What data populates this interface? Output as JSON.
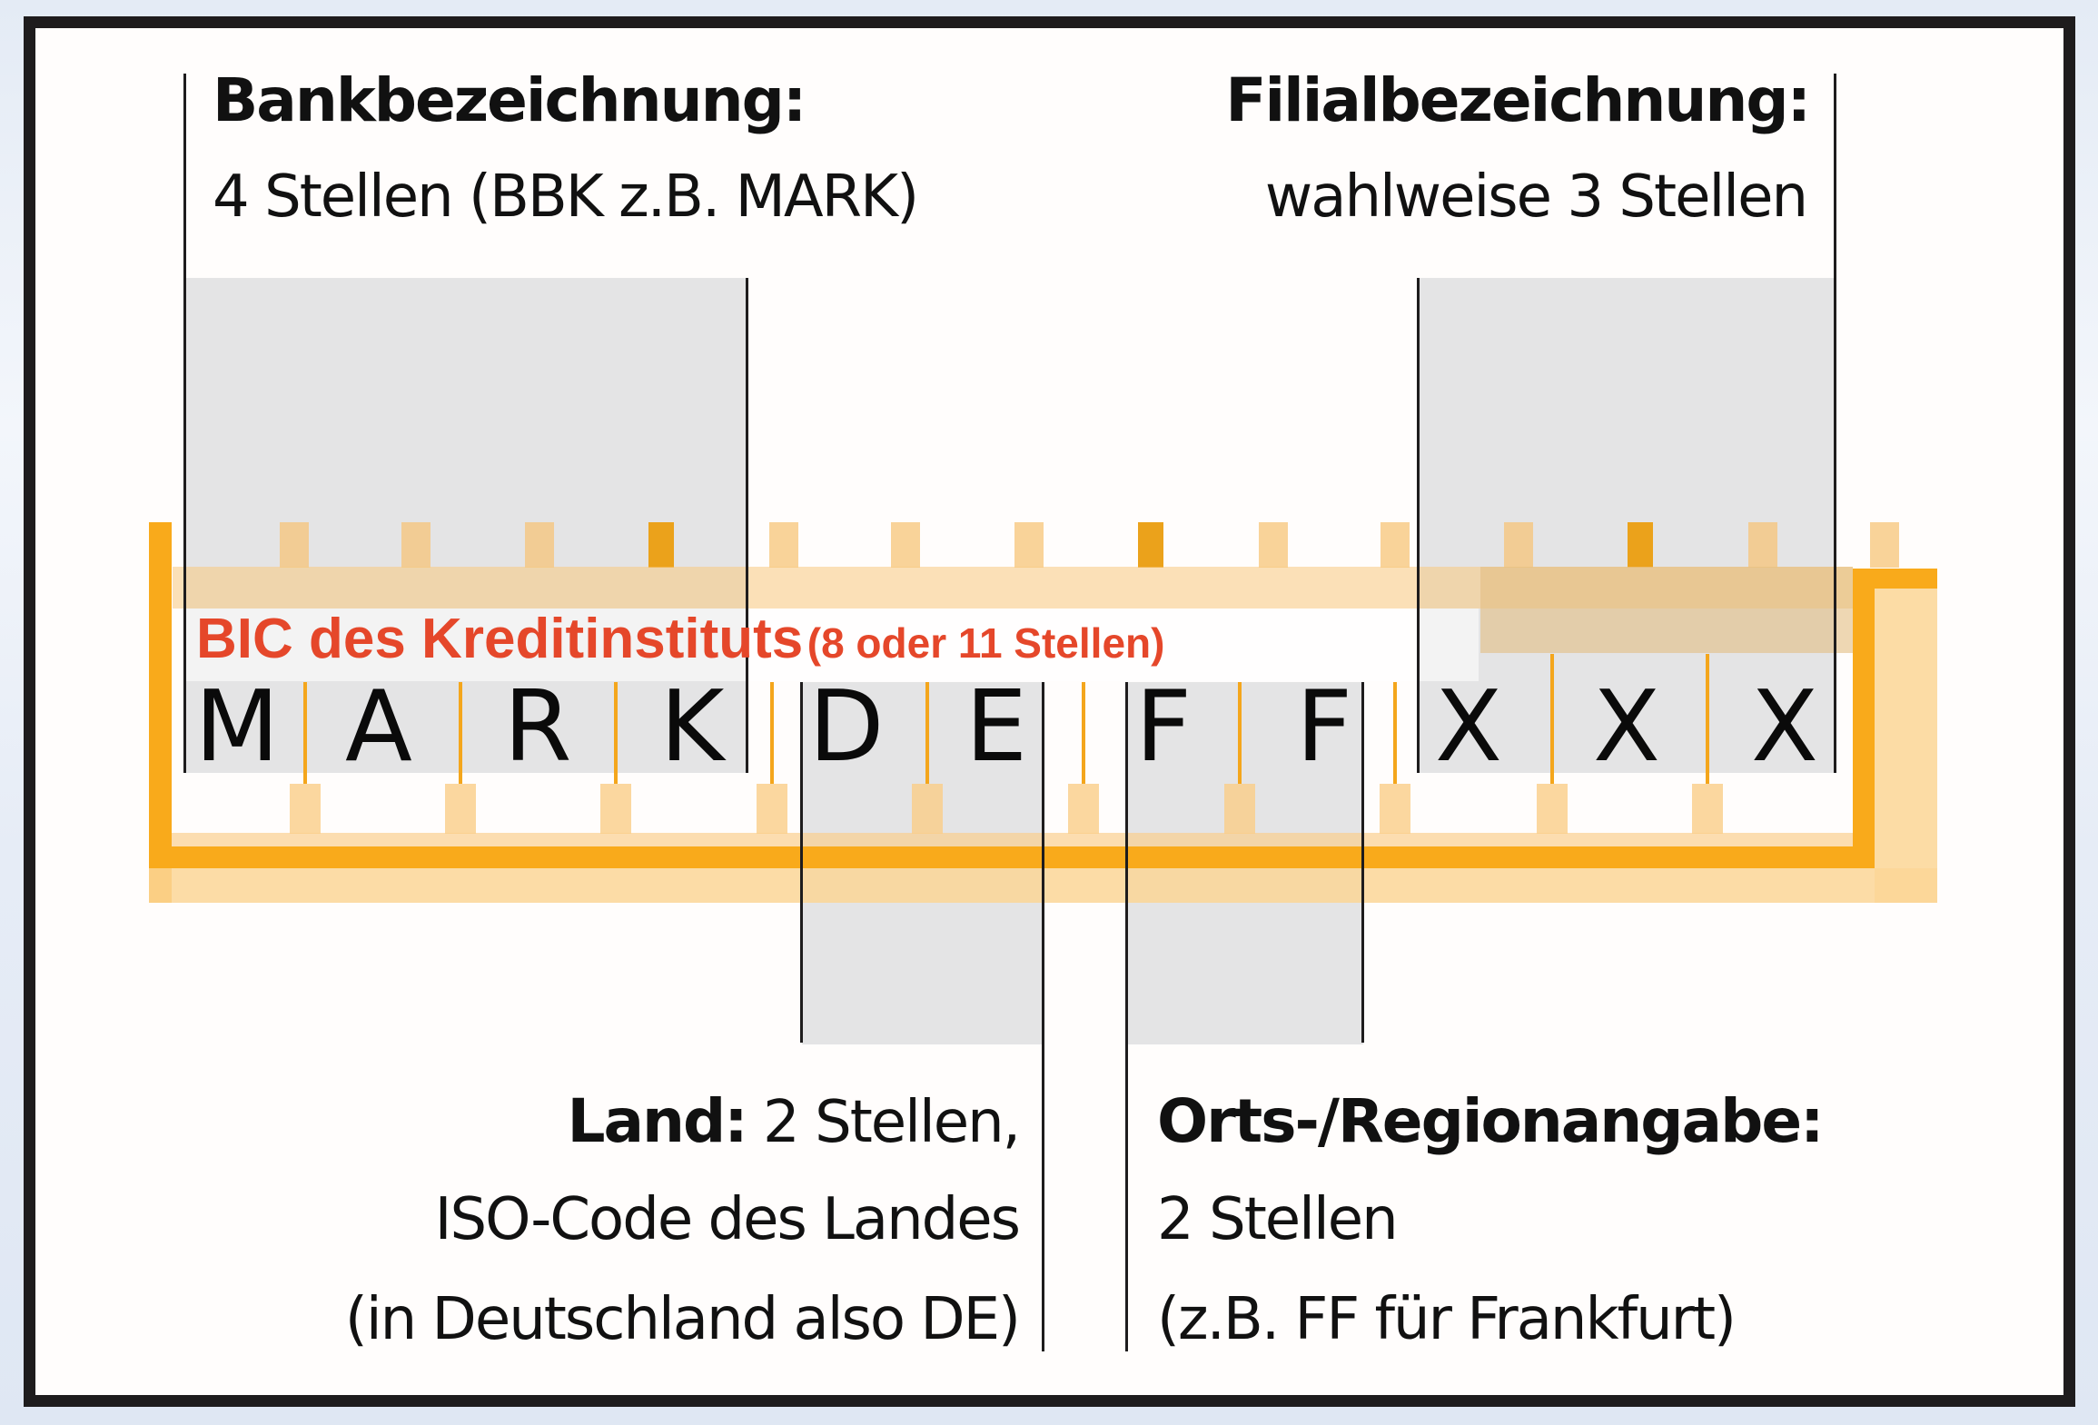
{
  "diagram": {
    "title": "BIC des Kreditinstituts",
    "title_suffix": "(8 oder 11 Stellen)",
    "colors": {
      "frame": "#1e1c1d",
      "shade_gray": "#e4e4e5",
      "orange": "#f9aa1b",
      "light_orange": "#fbdca4",
      "label_red": "#e5472a"
    },
    "characters": [
      "M",
      "A",
      "R",
      "K",
      "D",
      "E",
      "F",
      "F",
      "X",
      "X",
      "X"
    ],
    "segments": {
      "bank": {
        "title": "Bankbezeichnung:",
        "line1": "4 Stellen (BBK z.B. MARK)",
        "chars": "MARK"
      },
      "branch": {
        "title": "Filialbezeichnung:",
        "line1": "wahlweise 3 Stellen",
        "chars": "XXX"
      },
      "country": {
        "title": "Land:",
        "title_rest": " 2 Stellen,",
        "line2": "ISO-Code des Landes",
        "line3": "(in Deutschland also DE)",
        "chars": "DE"
      },
      "location": {
        "title": "Orts-/Regionangabe:",
        "line2": "2 Stellen",
        "line3": "(z.B. FF für Frankfurt)",
        "chars": "FF"
      }
    }
  }
}
